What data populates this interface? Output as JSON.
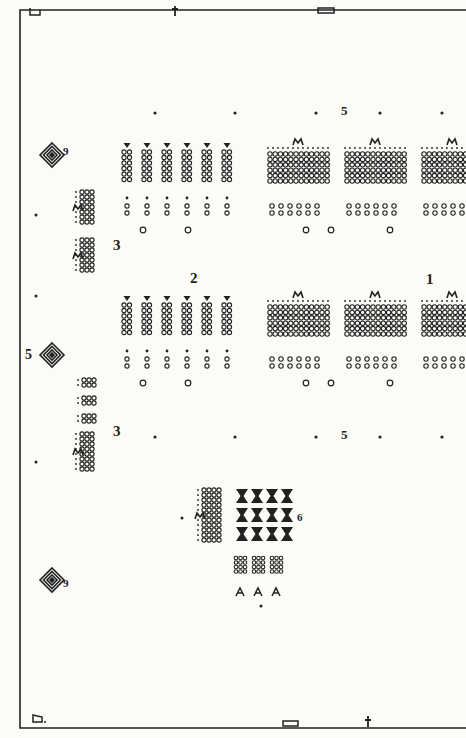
{
  "diagram": {
    "labels": [
      "5",
      "9",
      "3",
      "2",
      "1",
      "5",
      "3",
      "5",
      "6",
      "9"
    ]
  }
}
